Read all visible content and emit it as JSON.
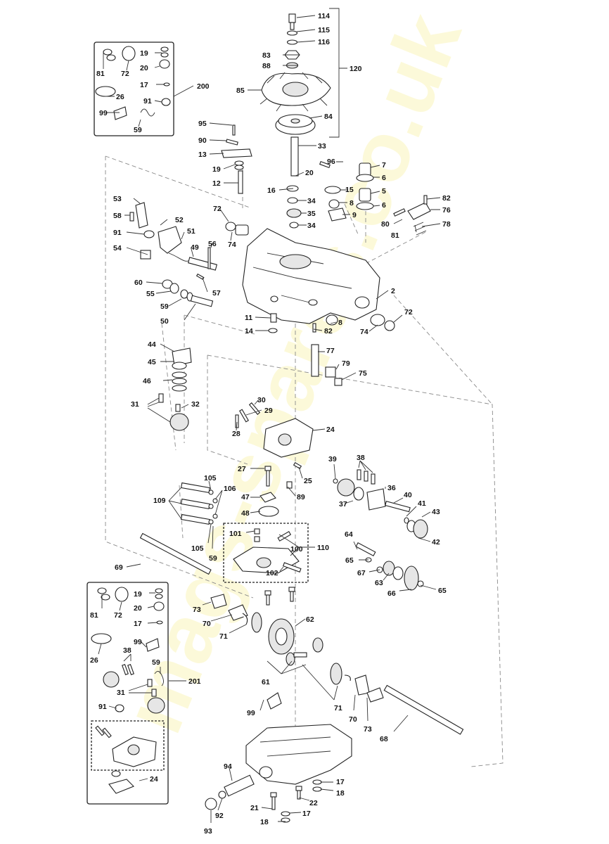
{
  "watermark": "mags-spares.co.uk",
  "colors": {
    "line": "#222222",
    "dash": "#8a8a8a",
    "watermark": "#f7ec7a"
  },
  "callouts": [
    "114",
    "115",
    "116",
    "83",
    "88",
    "120",
    "85",
    "84",
    "33",
    "20",
    "96",
    "16",
    "34",
    "35",
    "34",
    "15",
    "8",
    "9",
    "7",
    "6",
    "5",
    "6",
    "82",
    "76",
    "80",
    "81",
    "78",
    "19",
    "72",
    "81",
    "20",
    "17",
    "91",
    "26",
    "99",
    "59",
    "200",
    "95",
    "90",
    "13",
    "19",
    "12",
    "72",
    "74",
    "53",
    "58",
    "52",
    "91",
    "51",
    "54",
    "49",
    "56",
    "60",
    "55",
    "57",
    "59",
    "50",
    "11",
    "14",
    "82",
    "8",
    "74",
    "72",
    "2",
    "44",
    "45",
    "46",
    "31",
    "32",
    "77",
    "79",
    "75",
    "30",
    "29",
    "28",
    "24",
    "27",
    "25",
    "39",
    "38",
    "36",
    "37",
    "40",
    "41",
    "43",
    "42",
    "89",
    "47",
    "48",
    "109",
    "105",
    "106",
    "105",
    "59",
    "101",
    "100",
    "110",
    "102",
    "69",
    "64",
    "65",
    "67",
    "63",
    "66",
    "65",
    "19",
    "81",
    "72",
    "20",
    "17",
    "26",
    "99",
    "38",
    "59",
    "201",
    "31",
    "91",
    "24",
    "73",
    "70",
    "71",
    "62",
    "61",
    "71",
    "70",
    "73",
    "68",
    "99",
    "94",
    "17",
    "18",
    "22",
    "21",
    "92",
    "93",
    "17",
    "18"
  ]
}
